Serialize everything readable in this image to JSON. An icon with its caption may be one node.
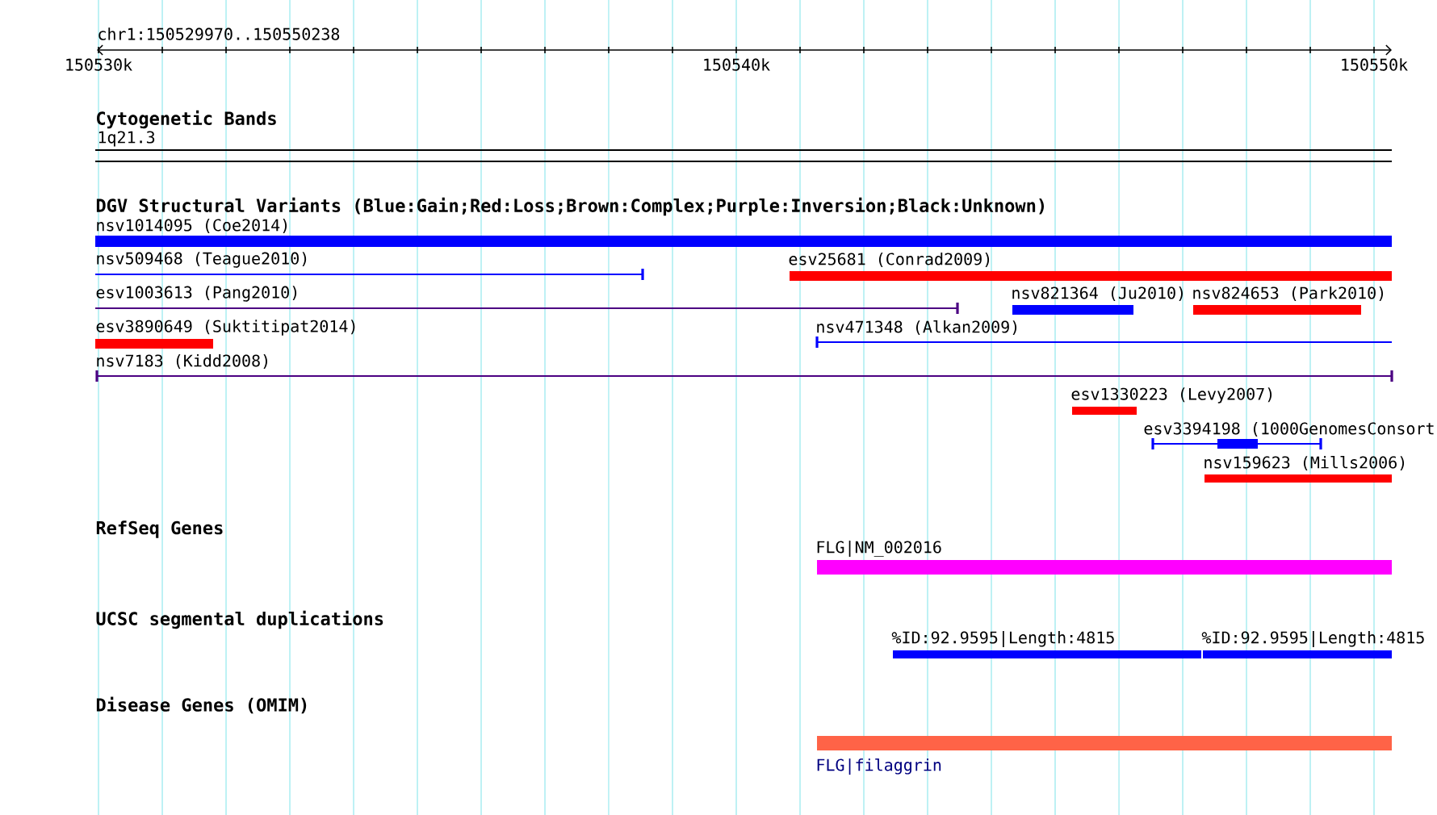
{
  "diagram": {
    "nodes": [
      {
        "text": [
          "1q21.3"
        ]
      },
      {
        "text": [
          "nsv1014095 (Coe2014)"
        ]
      },
      {
        "text": [
          "nsv509468 (Teague2010)"
        ]
      },
      {
        "text": [
          "esv25681 (Conrad2009)"
        ]
      },
      {
        "text": [
          "esv1003613 (Pang2010)"
        ]
      },
      {
        "text": [
          "nsv821364 (Ju2010)"
        ]
      },
      {
        "text": [
          "nsv824653 (Park2010)"
        ]
      },
      {
        "text": [
          "esv3890649 (Suktitipat2014)"
        ]
      },
      {
        "text": [
          "nsv471348 (Alkan2009)"
        ]
      },
      {
        "text": [
          "nsv7183 (Kidd2008)"
        ]
      },
      {
        "text": [
          "esv1330223 (Levy2007)"
        ]
      },
      {
        "text": [
          "esv3394198 (1000GenomesConsort"
        ]
      },
      {
        "text": [
          "nsv159623 (Mills2006)"
        ]
      },
      {
        "text": [
          "FLG|NM_002016"
        ]
      },
      {
        "text": [
          "%ID:92.9595|Length:4815"
        ]
      },
      {
        "text": [
          "%ID:92.9595|Length:4815"
        ]
      },
      {
        "text": [
          "FLG|filaggrin"
        ]
      }
    ],
    "edges": [],
    "labels": [
      "chr1:150529970..150550238",
      "150530k",
      "150540k",
      "150550k",
      "Cytogenetic Bands",
      "DGV Structural Variants (Blue:Gain;Red:Loss;Brown:Complex;Purple:Inversion;Black:Unknown)",
      "RefSeq Genes",
      "UCSC segmental duplications",
      "Disease Genes (OMIM)"
    ]
  }
}
